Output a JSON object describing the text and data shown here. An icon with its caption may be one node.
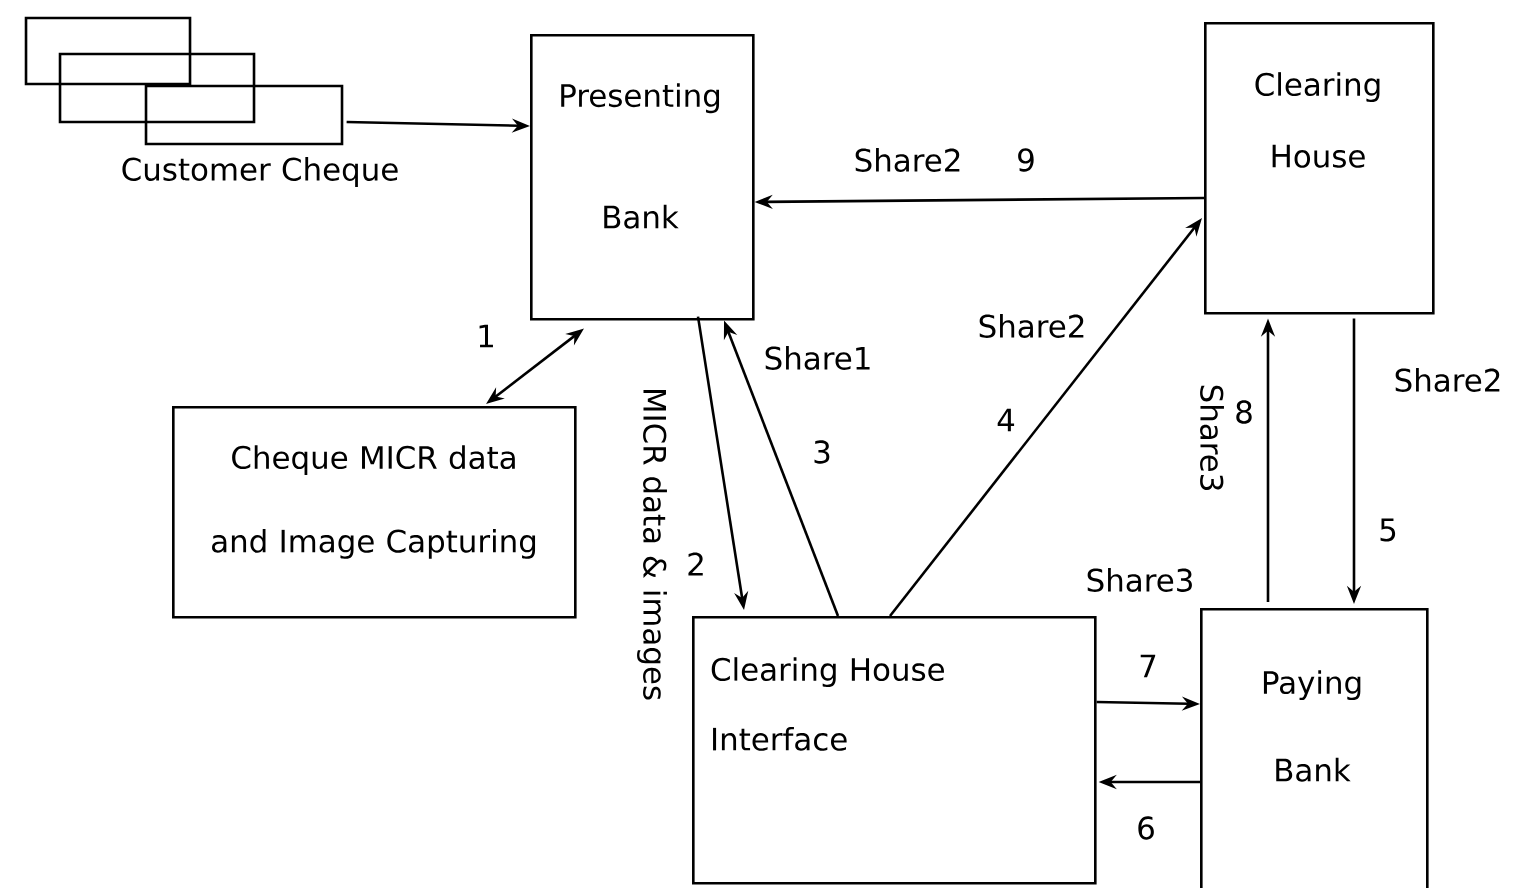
{
  "diagram": {
    "nodes": [
      {
        "text": [
          "Customer Cheque"
        ]
      },
      {
        "text": [
          "Presenting Bank"
        ]
      },
      {
        "text": [
          "Cheque MICR data and Image Capturing"
        ]
      },
      {
        "text": [
          "Clearing House"
        ]
      },
      {
        "text": [
          "Clearing House Interface"
        ]
      },
      {
        "text": [
          "Paying Bank"
        ]
      }
    ],
    "edges": [
      {
        "from": 0,
        "to": 1,
        "arrow": "to"
      },
      {
        "from": 1,
        "to": 2,
        "arrow": "both",
        "label": "1"
      },
      {
        "from": 1,
        "to": 4,
        "arrow": "to",
        "label": "2"
      },
      {
        "from": 4,
        "to": 1,
        "arrow": "to",
        "label": "3"
      },
      {
        "from": 4,
        "to": 3,
        "arrow": "to",
        "label": "4"
      },
      {
        "from": 3,
        "to": 5,
        "arrow": "to",
        "label": "5"
      },
      {
        "from": 5,
        "to": 4,
        "arrow": "to",
        "label": "6"
      },
      {
        "from": 4,
        "to": 5,
        "arrow": "to",
        "label": "7"
      },
      {
        "from": 5,
        "to": 3,
        "arrow": "to",
        "label": "8"
      },
      {
        "from": 3,
        "to": 1,
        "arrow": "to",
        "label": "9"
      }
    ],
    "labels": [
      "Share2",
      "MICR data & images",
      "Share1",
      "Share2",
      "Share3",
      "Share2",
      "Share3"
    ]
  }
}
